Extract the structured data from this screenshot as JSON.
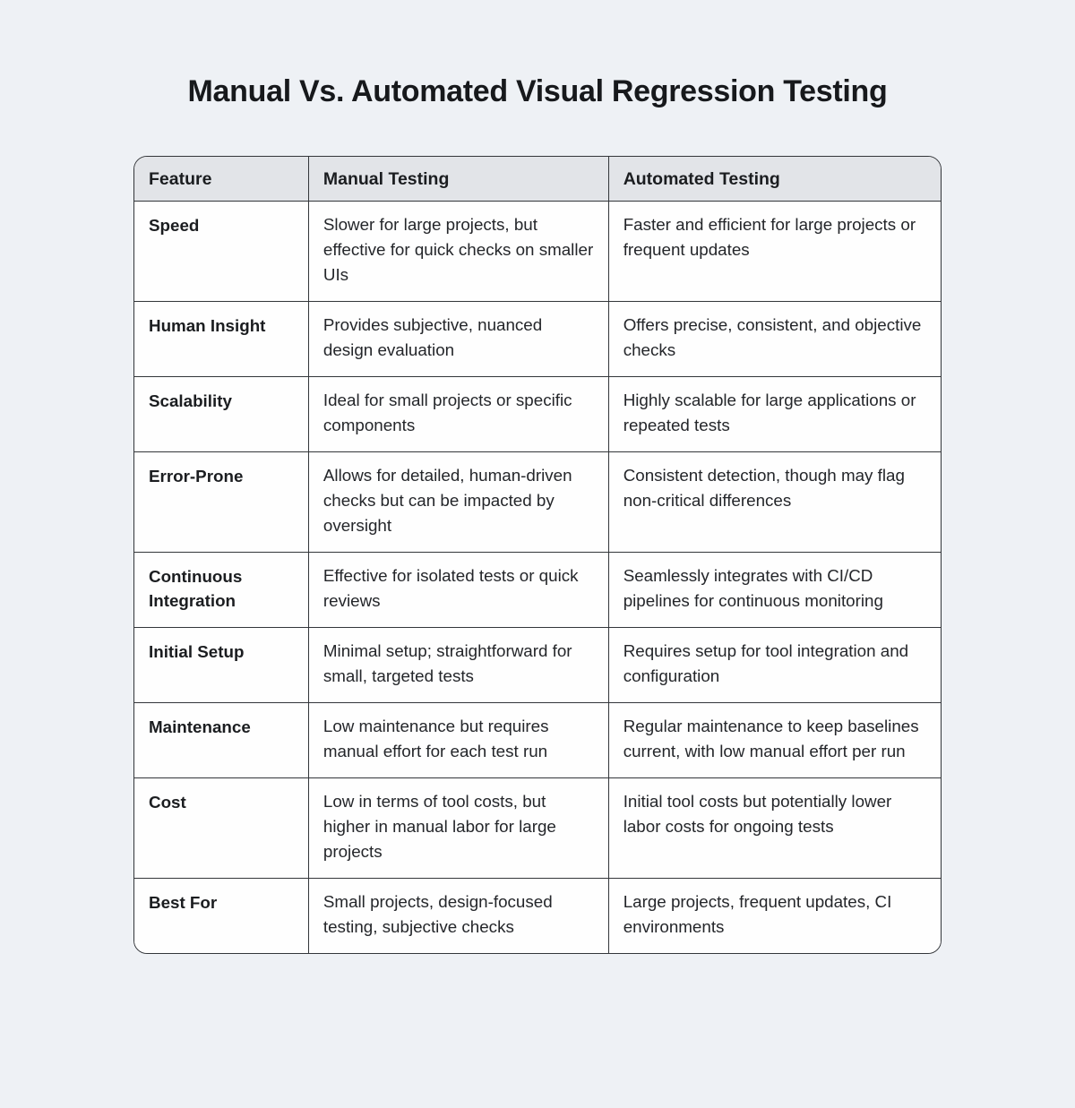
{
  "title": "Manual Vs. Automated Visual Regression Testing",
  "colors": {
    "page_background": "#eef1f5",
    "header_background": "#e2e4e8",
    "cell_background": "#fefefe",
    "border": "#33363a",
    "text": "#24262a"
  },
  "chart_data": {
    "type": "table",
    "title": "Manual Vs. Automated Visual Regression Testing",
    "columns": [
      "Feature",
      "Manual Testing",
      "Automated Testing"
    ],
    "rows": [
      [
        "Speed",
        "Slower for large projects, but effective for quick checks on smaller UIs",
        "Faster and efficient for large projects or frequent updates"
      ],
      [
        "Human Insight",
        "Provides subjective, nuanced design evaluation",
        "Offers precise, consistent, and objective checks"
      ],
      [
        "Scalability",
        "Ideal for small projects or specific components",
        "Highly scalable for large applications or repeated tests"
      ],
      [
        "Error-Prone",
        "Allows for detailed, human-driven checks but can be impacted by oversight",
        "Consistent detection, though may flag non-critical differences"
      ],
      [
        "Continuous Integration",
        "Effective for isolated tests or quick reviews",
        "Seamlessly integrates with CI/CD pipelines for continuous monitoring"
      ],
      [
        "Initial Setup",
        "Minimal setup; straightforward for small, targeted tests",
        "Requires setup for tool integration and configuration"
      ],
      [
        "Maintenance",
        "Low maintenance but requires manual effort for each test run",
        "Regular maintenance to keep baselines current, with low manual effort per run"
      ],
      [
        "Cost",
        "Low in terms of tool costs, but higher in manual labor for large projects",
        "Initial tool costs but potentially lower labor costs for ongoing tests"
      ],
      [
        "Best For",
        "Small projects, design-focused testing, subjective checks",
        "Large projects, frequent updates, CI environments"
      ]
    ]
  }
}
